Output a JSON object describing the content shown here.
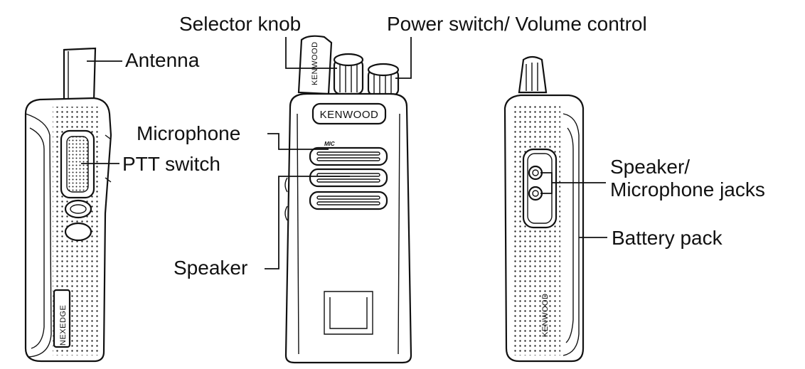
{
  "labels": {
    "antenna": "Antenna",
    "selector_knob": "Selector knob",
    "power_volume": "Power switch/ Volume control",
    "microphone": "Microphone",
    "ptt_switch": "PTT switch",
    "speaker": "Speaker",
    "speaker_mic_jacks_line1": "Speaker/",
    "speaker_mic_jacks_line2": "Microphone jacks",
    "battery_pack": "Battery pack"
  },
  "markings": {
    "brand_front": "KENWOOD",
    "brand_antenna": "KENWOOD",
    "brand_side": "KENWOOD",
    "series_side": "NEXEDGE",
    "mic_mark": "MIC"
  }
}
